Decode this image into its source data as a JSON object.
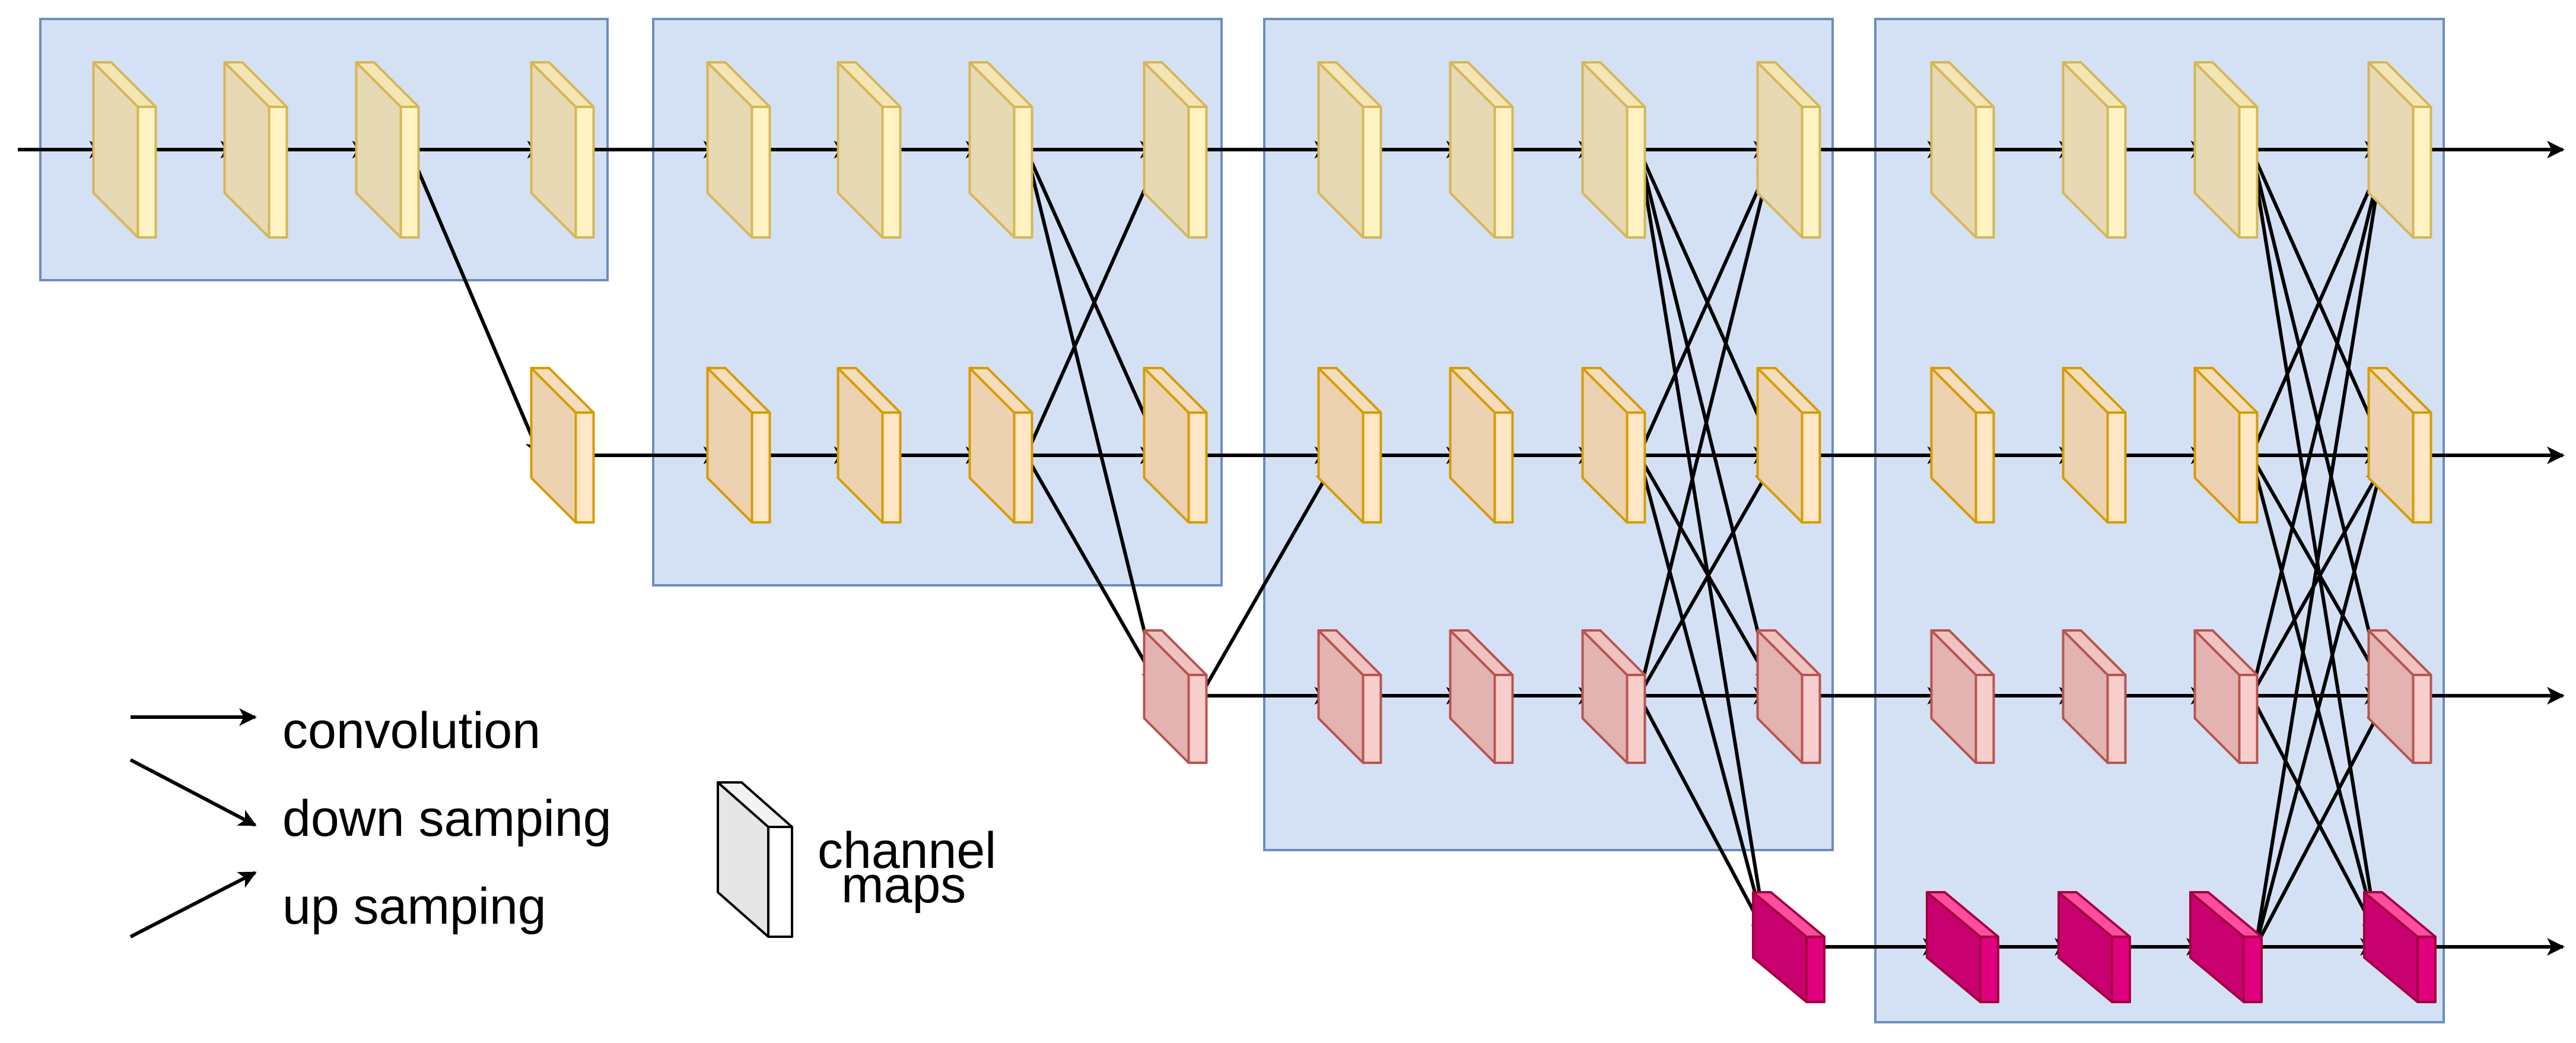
{
  "colors": {
    "stage_fill": "#d4e1f5",
    "stage_stroke": "#6c8ebf",
    "edge": "#000000",
    "r1": {
      "front": "#e6d9b3",
      "side": "#fff3c4",
      "top": "#f4e6b4",
      "stroke": "#d6b656"
    },
    "r2": {
      "front": "#ecd2b0",
      "side": "#ffe6c4",
      "top": "#f4ddbd",
      "stroke": "#d79b00"
    },
    "r3": {
      "front": "#e2b3b0",
      "side": "#f8cecc",
      "top": "#eec3c0",
      "stroke": "#b85450"
    },
    "r4": {
      "front": "#c80070",
      "side": "#e0007e",
      "top": "#ff4da0",
      "stroke": "#a50040"
    },
    "legend_block": {
      "front": "#e6e6e6",
      "side": "#ffffff",
      "top": "#f2f2f2",
      "stroke": "#000000"
    }
  },
  "legend": {
    "convolution": "convolution",
    "down_sampling": "down samping",
    "up_sampling": "up samping",
    "channel_maps_line1": "channel",
    "channel_maps_line2": "maps"
  },
  "icons": {
    "convolution": "arrow-right-icon",
    "down_sampling": "arrow-down-right-icon",
    "up_sampling": "arrow-up-right-icon",
    "channel_maps": "feature-map-block-icon"
  }
}
